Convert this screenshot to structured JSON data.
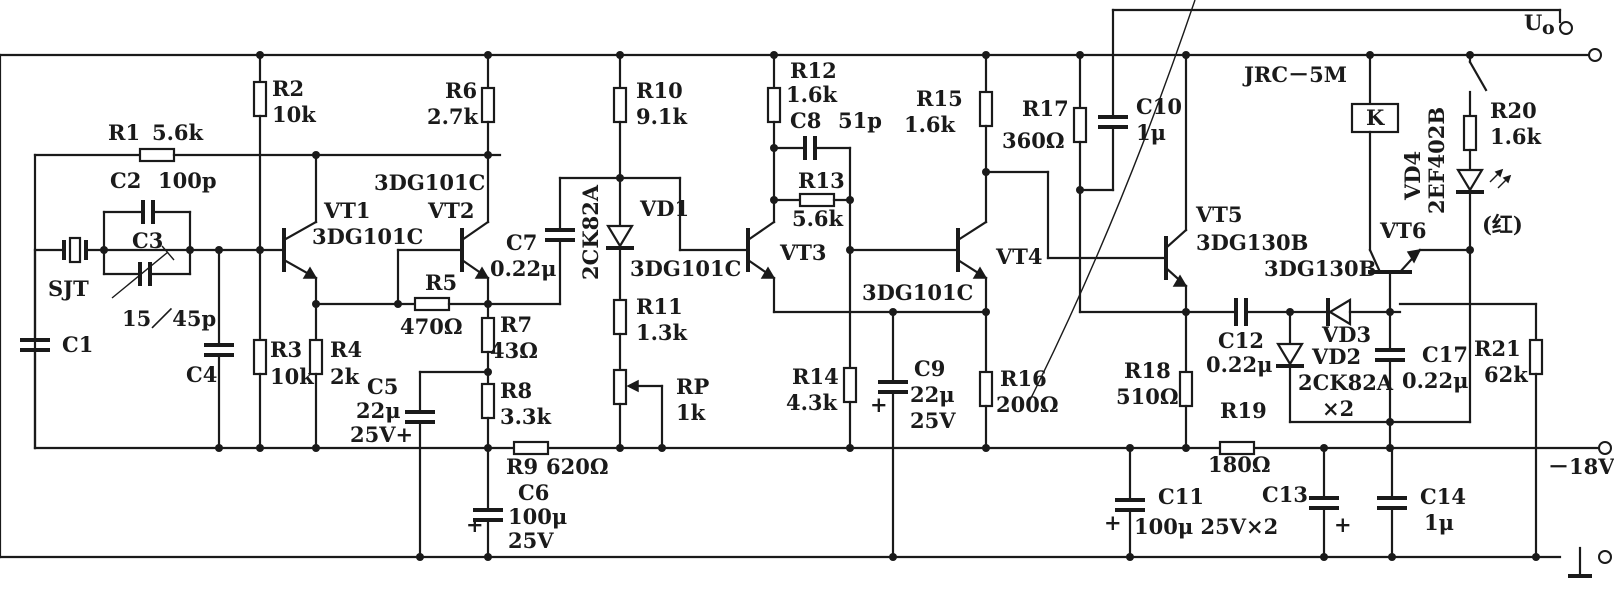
{
  "labels": {
    "R1": "R1",
    "R1v": "5.6k",
    "C2": "C2",
    "C2v": "100p",
    "C3": "C3",
    "C3v": "15／45p",
    "SJT": "SJT",
    "C1": "C1",
    "C4": "C4",
    "R2": "R2",
    "R2v": "10k",
    "R3": "R3",
    "R3v": "10k",
    "R4": "R4",
    "R4v": "2k",
    "VT1": "VT1",
    "VT1t": "3DG101C",
    "R6": "R6",
    "R6v": "2.7k",
    "VT2t": "3DG101C",
    "VT2": "VT2",
    "R5": "R5",
    "R5v": "470Ω",
    "R7": "R7",
    "R7v": "43Ω",
    "R8": "R8",
    "R8v": "3.3k",
    "C5": "C5",
    "C5v1": "22μ",
    "C5v2": "25V+",
    "R9": "R9",
    "R9v": "620Ω",
    "C6": "C6",
    "C6v1": "100μ",
    "C6v2": "25V",
    "C7": "C7",
    "C7v": "0.22μ",
    "R10": "R10",
    "R10v": "9.1k",
    "VD1": "VD1",
    "VD1t": "2CK82A",
    "R11": "R11",
    "R11v": "1.3k",
    "RP": "RP",
    "RPv": "1k",
    "VT3t": "3DG101C",
    "VT3": "VT3",
    "R12": "R12",
    "R12v": "1.6k",
    "C8": "C8",
    "C8v": "51p",
    "R13": "R13",
    "R13v": "5.6k",
    "R14": "R14",
    "R14v": "4.3k",
    "VT4t": "3DG101C",
    "VT4": "VT4",
    "C9": "C9",
    "C9v1": "22μ",
    "C9v2": "25V",
    "R15": "R15",
    "R15v": "1.6k",
    "R16": "R16",
    "R16v": "200Ω",
    "R17": "R17",
    "R17v": "360Ω",
    "C10": "C10",
    "C10v": "1μ",
    "VT5": "VT5",
    "VT5t": "3DG130B",
    "JRC": "JRC－5M",
    "K": "K",
    "VT6": "VT6",
    "VT6t": "3DG130B",
    "VD4": "VD4",
    "VD4t": "2EF402B",
    "R20": "R20",
    "R20v": "1.6k",
    "red": "(红)",
    "C12": "C12",
    "C12v": "0.22μ",
    "VD3": "VD3",
    "VD2": "VD2",
    "VD2t": "2CK82A",
    "x2": "×2",
    "C17": "C17",
    "C17v": "0.22μ",
    "R21": "R21",
    "R21v": "62k",
    "R18": "R18",
    "R18v": "510Ω",
    "R19": "R19",
    "R19v": "180Ω",
    "C11": "C11",
    "C11v": "100μ  25V×2",
    "C13": "C13",
    "C14": "C14",
    "C14v": "1μ",
    "U": "U",
    "U0": "o",
    "neg18": "－18V",
    "plus": "+"
  }
}
